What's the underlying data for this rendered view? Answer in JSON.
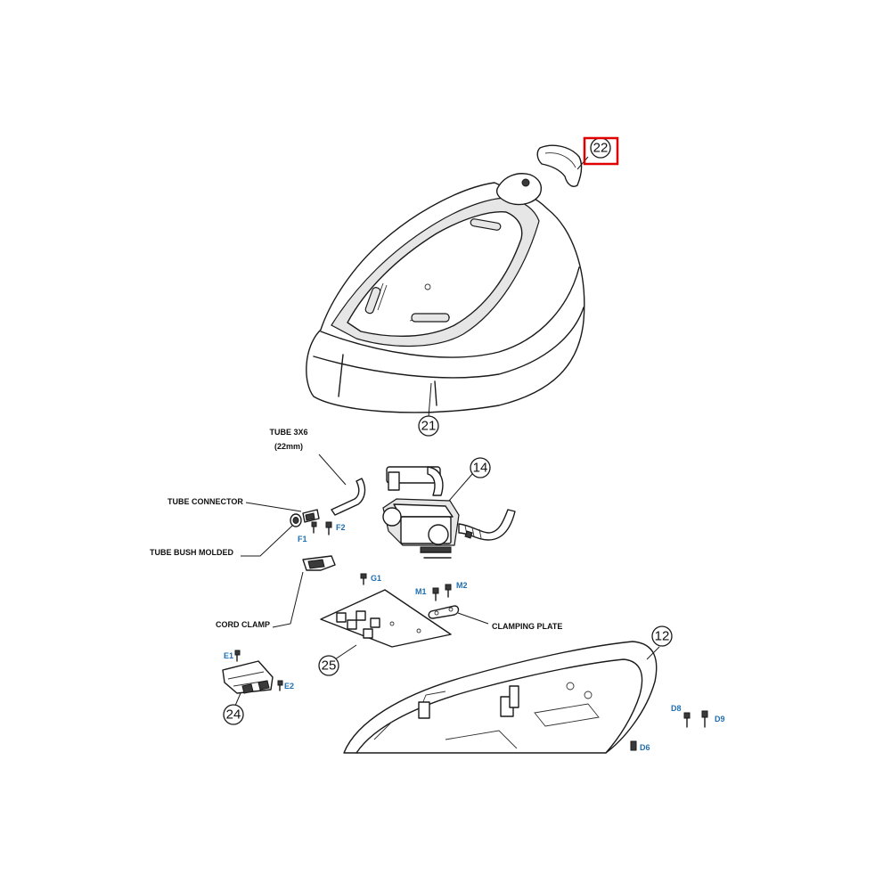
{
  "colors": {
    "highlight": "#e00000",
    "code_blue": "#1f6fb2",
    "line": "#1a1a1a"
  },
  "callouts": {
    "c21": "21",
    "c22": "22",
    "c14": "14",
    "c25": "25",
    "c24": "24",
    "c12": "12"
  },
  "labels": {
    "tube_line1": "TUBE 3X6",
    "tube_line2": "(22mm)",
    "tube_connector": "TUBE CONNECTOR",
    "tube_bush": "TUBE BUSH MOLDED",
    "cord_clamp": "CORD CLAMP",
    "clamping_plate": "CLAMPING PLATE"
  },
  "codes": {
    "f1": "F1",
    "f2": "F2",
    "g1": "G1",
    "m1": "M1",
    "m2": "M2",
    "e1": "E1",
    "e2": "E2",
    "d8": "D8",
    "d9": "D9",
    "d6": "D6"
  },
  "highlighted_callout": "22"
}
